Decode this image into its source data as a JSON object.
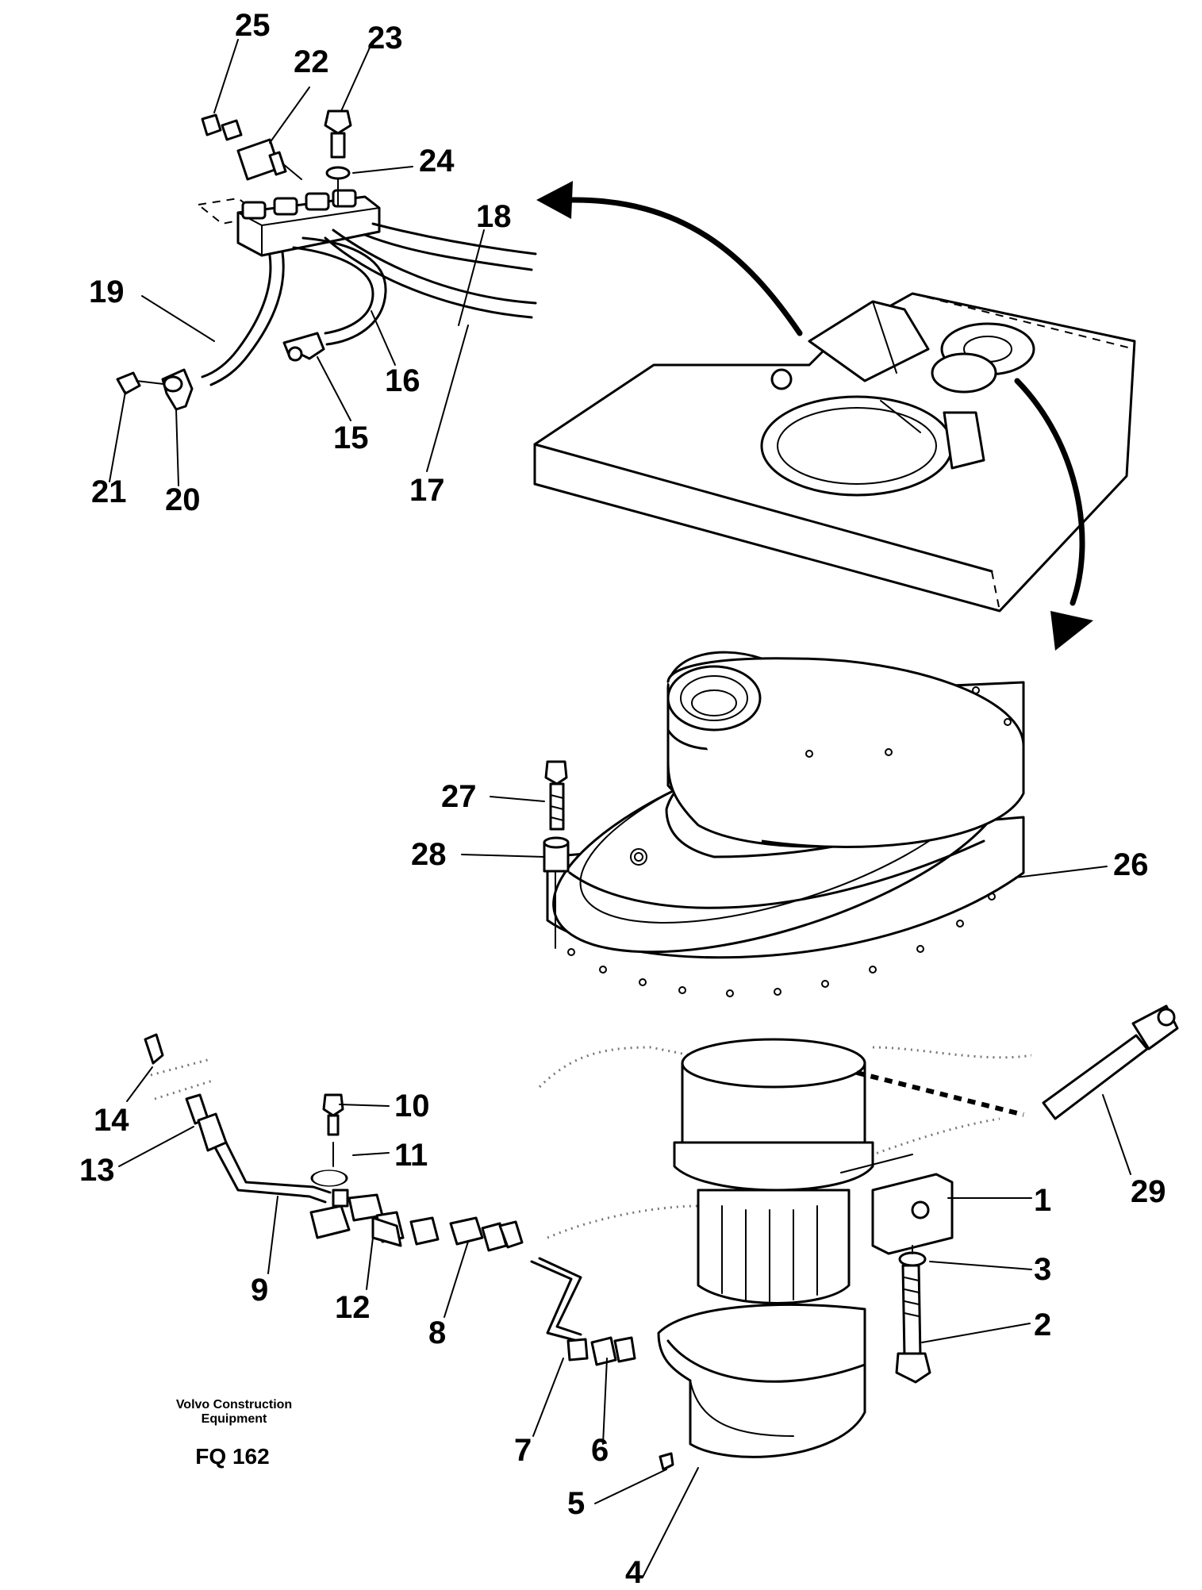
{
  "footer": {
    "company": "Volvo Construction\nEquipment",
    "figure_code": "FQ 162"
  },
  "callouts": [
    "1",
    "2",
    "3",
    "4",
    "5",
    "6",
    "7",
    "8",
    "9",
    "10",
    "11",
    "12",
    "13",
    "14",
    "15",
    "16",
    "17",
    "18",
    "19",
    "20",
    "21",
    "22",
    "23",
    "24",
    "25",
    "26",
    "27",
    "28",
    "29"
  ]
}
